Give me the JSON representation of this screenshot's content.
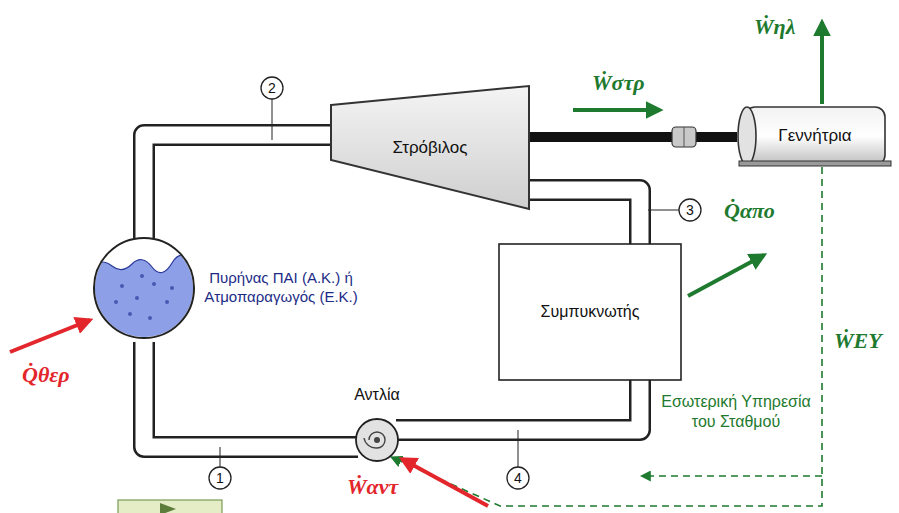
{
  "diagram": {
    "nodes": [
      {
        "text": [
          "Πυρήνας ΠΑΙ (Α.Κ.) ή Ατμοπαραγωγός (Ε.Κ.)"
        ]
      },
      {
        "text": [
          "Στρόβιλος"
        ]
      },
      {
        "text": [
          "Γεννήτρια"
        ]
      },
      {
        "text": [
          "Συμπυκνωτής"
        ]
      },
      {
        "text": [
          "Αντλία"
        ]
      }
    ],
    "edges": [
      {
        "from": 0,
        "to": 1,
        "arrow": "none"
      },
      {
        "from": 1,
        "to": 3,
        "arrow": "none"
      },
      {
        "from": 3,
        "to": 4,
        "arrow": "none"
      },
      {
        "from": 4,
        "to": 0,
        "arrow": "none"
      },
      {
        "from": 1,
        "to": 2,
        "arrow": "none"
      },
      {
        "from": 2,
        "to": 4,
        "label": "ẆΕΥ",
        "arrow": "to"
      }
    ],
    "labels": [
      "2",
      "3",
      "1",
      "4",
      "Ẇστρ",
      "Ẇηλ",
      "Q̇απο",
      "Q̇θερ",
      "Εσωτερική Υπηρεσία του Σταθμού",
      "Ẇαντ"
    ]
  }
}
